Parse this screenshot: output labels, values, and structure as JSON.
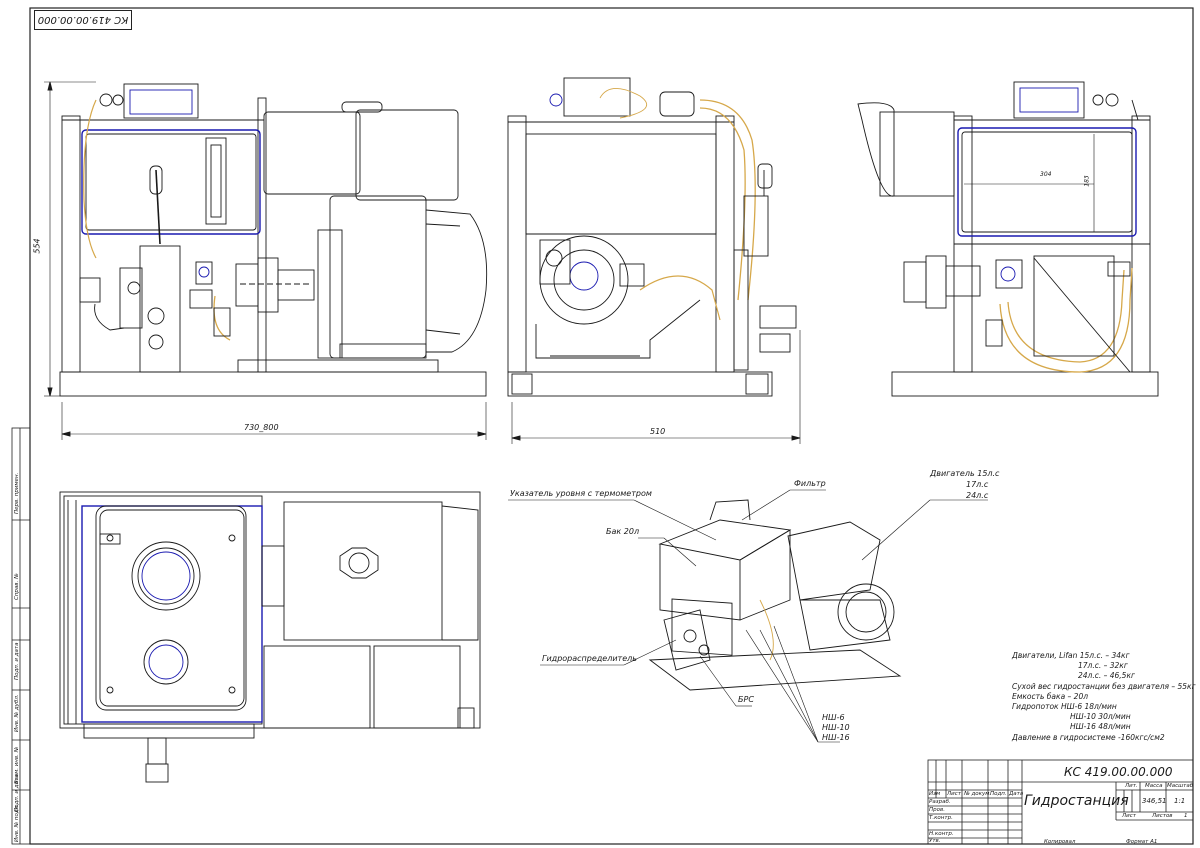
{
  "stamp_top": "КС 419.00.00.000",
  "dimensions": {
    "height": "554",
    "length": "730_800",
    "width": "510",
    "tank_w": "304",
    "tank_h": "183"
  },
  "callouts": {
    "level_indicator": "Указатель уровня с термометром",
    "filter": "Фильтр",
    "tank": "Бак 20л",
    "distributor": "Гидрораспределитель",
    "brs": "БРС",
    "pumps": [
      "НШ-6",
      "НШ-10",
      "НШ-16"
    ],
    "engine": [
      "Двигатель 15л.с",
      "17л.с",
      "24л.с"
    ]
  },
  "specs": [
    "Двигатели,     Lifan 15л.с. – 34кг",
    "17л.с. – 32кг",
    "24л.с. – 46,5кг",
    "Сухой вес гидростанции без двигателя – 55кг",
    "Емкость бака – 20л",
    "Гидропоток  НШ-6 18л/мин",
    "НШ-10 30л/мин",
    "НШ-16 48л/мин",
    "Давление в гидросистеме -160кгс/см2"
  ],
  "title_block": {
    "code": "КС 419.00.00.000",
    "title": "Гидростанция",
    "col_headers": [
      "Изм",
      "Лист",
      "№ докум.",
      "Подп.",
      "Дата"
    ],
    "rows": [
      "Разраб.",
      "Пров.",
      "Т.контр.",
      "",
      "Н.контр.",
      "Утв."
    ],
    "lit_header": "Лит.",
    "mass_header": "Масса",
    "scale_header": "Масштаб",
    "mass": "346,51",
    "scale": "1:1",
    "sheet_label": "Лист",
    "sheets_label": "Листов",
    "sheets_count": "1",
    "copied": "Копировал",
    "format": "Формат   А1"
  },
  "side_labels": [
    "Перв. примен.",
    "Справ. №",
    "Подп. и дата",
    "Инв. № дубл.",
    "Взам. инв. №",
    "Подп. и дата",
    "Инв. № подл."
  ],
  "colors": {
    "line": "#1a1a1a",
    "accent": "#1a1ab0",
    "hose": "#d6a84a"
  }
}
